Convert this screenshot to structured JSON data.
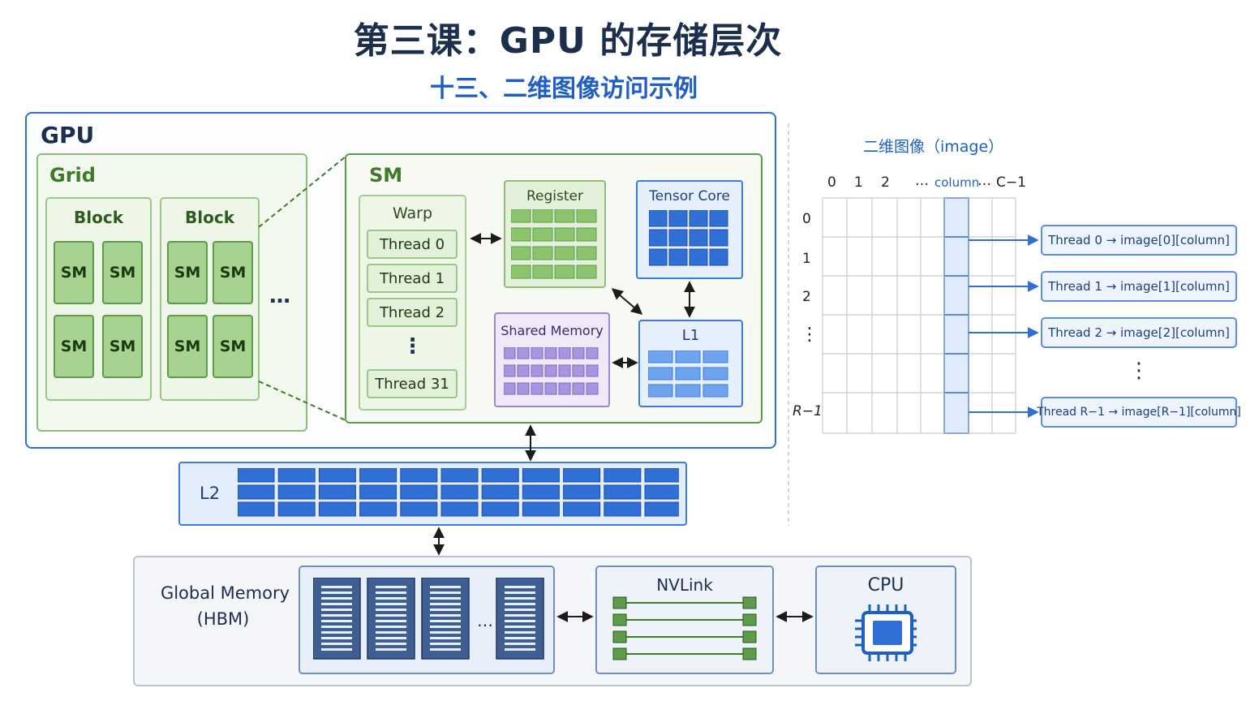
{
  "title": "第三课：GPU 的存储层次",
  "subtitle": "十三、二维图像访问示例",
  "gpu": {
    "label": "GPU",
    "grid_label": "Grid",
    "blocks": [
      {
        "label": "Block",
        "sms": [
          "SM",
          "SM",
          "SM",
          "SM"
        ]
      },
      {
        "label": "Block",
        "sms": [
          "SM",
          "SM",
          "SM",
          "SM"
        ]
      }
    ],
    "more": "…",
    "sm": {
      "label": "SM",
      "warp": {
        "label": "Warp",
        "threads": [
          "Thread 0",
          "Thread 1",
          "Thread 2",
          "Thread 31"
        ],
        "ellipsis": "⋮"
      },
      "register_label": "Register",
      "tensor_core_label": "Tensor Core",
      "shared_memory_label": "Shared Memory",
      "l1_label": "L1"
    }
  },
  "l2_label": "L2",
  "global_memory": {
    "label_line1": "Global Memory",
    "label_line2": "(HBM)",
    "more": "…",
    "nvlink_label": "NVLink",
    "cpu_label": "CPU"
  },
  "image": {
    "title": "二维图像（image）",
    "col_labels": [
      "0",
      "1",
      "2",
      "…",
      "column",
      "…",
      "C−1"
    ],
    "row_labels": [
      "0",
      "1",
      "2",
      "⋮",
      "R−1"
    ],
    "thread_labels": [
      {
        "thread": "Thread 0",
        "access": "→ image[0][column]"
      },
      {
        "thread": "Thread 1",
        "access": "→ image[1][column]"
      },
      {
        "thread": "Thread 2",
        "access": "→ image[2][column]"
      },
      {
        "thread": "Thread R−1",
        "access": "→ image[R−1][column]"
      }
    ],
    "ellipsis": "⋮"
  },
  "colors": {
    "accent_blue": "#1f5fc4",
    "sm_green": "#a7d28f",
    "memory_blue": "#2f6fd6",
    "shared_purple": "#9b86d3"
  }
}
